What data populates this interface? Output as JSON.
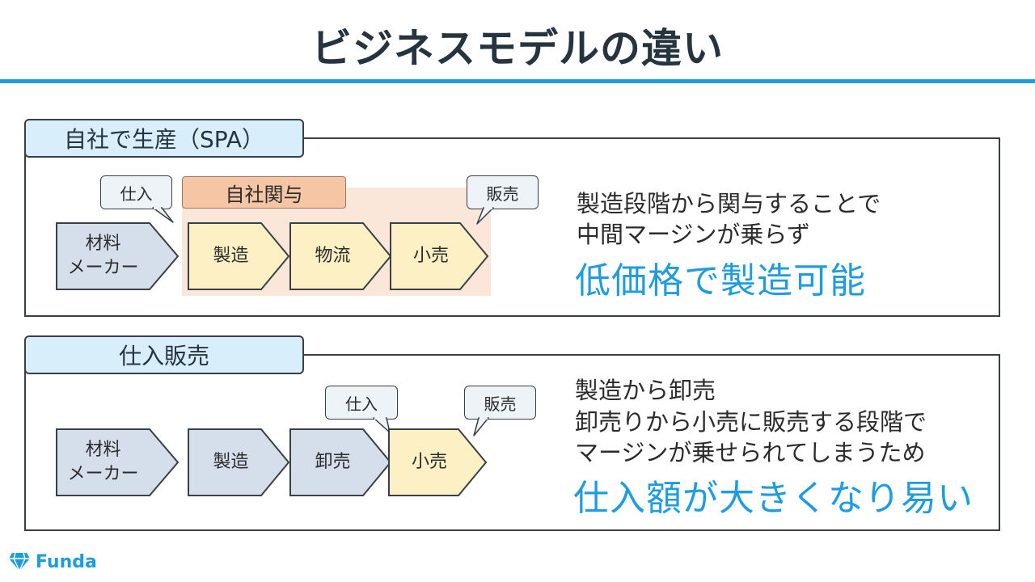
{
  "title": "ビジネスモデルの違い",
  "colors": {
    "accent": "#1f9be0",
    "flow_box": "#d5dfec",
    "highlight_box": "#fdf0c4",
    "peach": "#fbe6da",
    "label_bg": "#d9eefb"
  },
  "spa": {
    "label": "自社で生産（SPA）",
    "group_label": "自社関与",
    "bubble_left": "仕入",
    "bubble_right": "販売",
    "flow": [
      {
        "line1": "材料",
        "line2": "メーカー"
      },
      {
        "line1": "製造"
      },
      {
        "line1": "物流"
      },
      {
        "line1": "小売"
      }
    ],
    "desc_line1": "製造段階から関与することで",
    "desc_line2": "中間マージンが乗らず",
    "highlight": "低価格で製造可能"
  },
  "resale": {
    "label": "仕入販売",
    "bubble_left": "仕入",
    "bubble_right": "販売",
    "flow": [
      {
        "line1": "材料",
        "line2": "メーカー"
      },
      {
        "line1": "製造"
      },
      {
        "line1": "卸売"
      },
      {
        "line1": "小売"
      }
    ],
    "desc_line1": "製造から卸売",
    "desc_line2": "卸売りから小売に販売する段階で",
    "desc_line3": "マージンが乗せられてしまうため",
    "highlight": "仕入額が大きくなり易い"
  },
  "logo": {
    "text": "Funda",
    "icon": "diamond-logo-icon"
  }
}
